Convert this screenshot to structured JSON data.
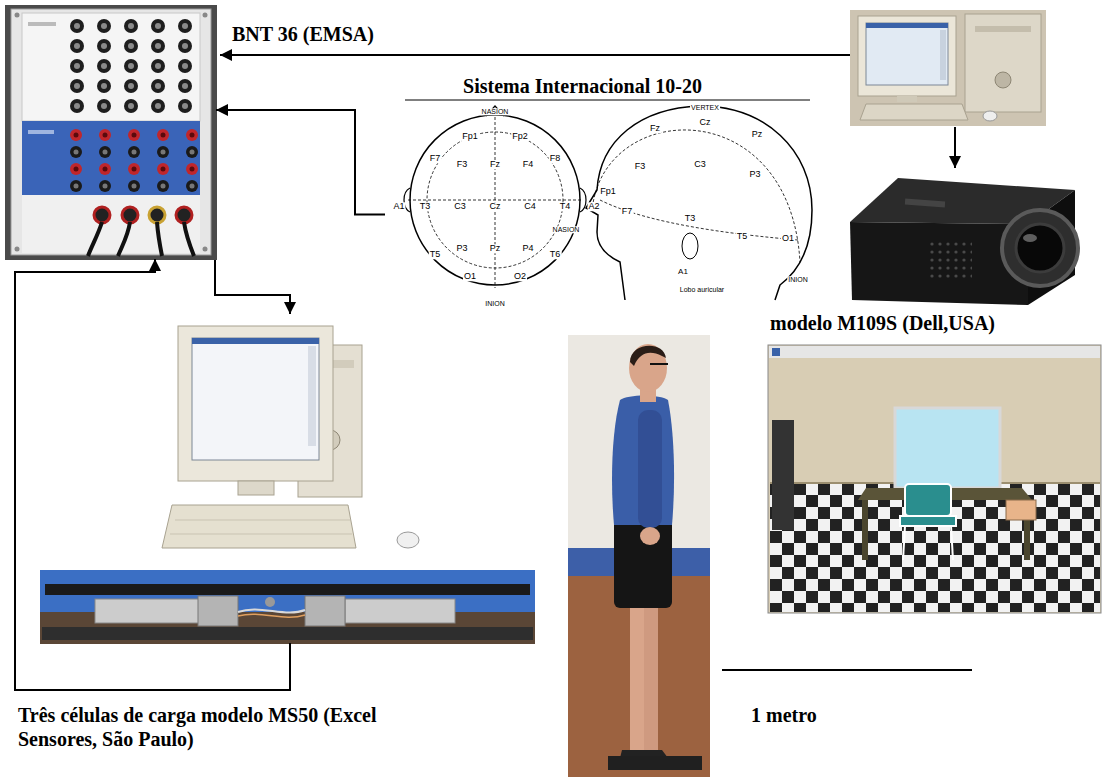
{
  "diagram": {
    "nodes": [
      {
        "text": [
          "BNT 36 (EMSA)"
        ]
      },
      {
        "text": [
          "Sistema Internacional 10-20"
        ]
      },
      {
        "text": [
          "modelo M109S (Dell,USA)"
        ]
      },
      {
        "text": [
          "Três células de carga modelo MS50 (Excel Sensores, São Paulo)"
        ]
      }
    ],
    "edges": [
      {
        "from": 1,
        "to": 0,
        "arrow": "to"
      },
      {
        "from": 3,
        "to": 0,
        "arrow": "to"
      }
    ],
    "labels": [
      "NASION",
      "Fp1",
      "Fp2",
      "F7",
      "F3",
      "Fz",
      "F4",
      "F8",
      "A1",
      "T3",
      "C3",
      "Cz",
      "C4",
      "T4",
      "A2",
      "T5",
      "P3",
      "Pz",
      "P4",
      "T6",
      "O1",
      "O2",
      "INION",
      "VERTEX",
      "Fz",
      "Cz",
      "Pz",
      "F3",
      "C3",
      "P3",
      "NASION",
      "Fp1",
      "F7",
      "T3",
      "T5",
      "O1",
      "A1",
      "Lobo auricular",
      "INION",
      "1 metro"
    ]
  }
}
